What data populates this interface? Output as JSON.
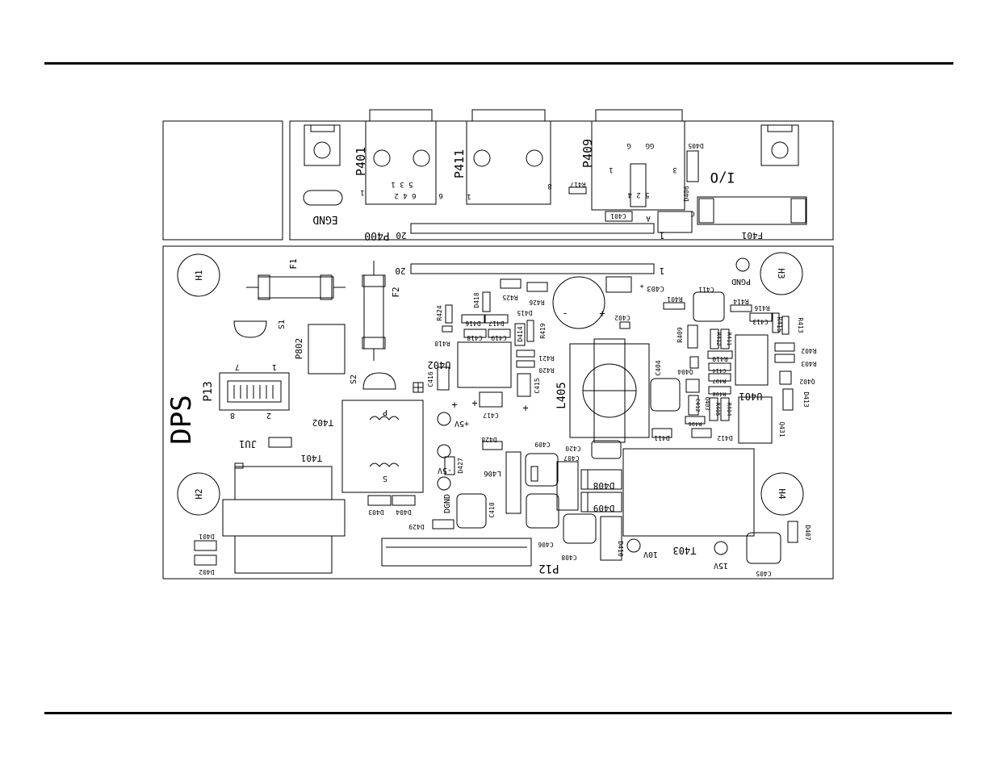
{
  "colors": {
    "ink": "#000000",
    "paper": "#ffffff"
  },
  "io_board": {
    "title": "I/O",
    "egnd": "EGND",
    "connector": "P400",
    "connector_pin_20": "20",
    "connector_pin_1": "1",
    "p401": {
      "ref": "P401",
      "pins_a": "5 3 1",
      "pins_b": "6 4 2",
      "pin_1": "1",
      "pin_6": "6"
    },
    "p411": {
      "ref": "P411",
      "pin_1": "1",
      "pin_8": "8"
    },
    "p409": {
      "ref": "P409",
      "g": "G",
      "gg": "GG",
      "pin_1": "1",
      "pin_3": "3",
      "pins": "5 2 4"
    },
    "r417": "R417",
    "c401": "C401",
    "d405": "D405",
    "d406": "D406",
    "f401": "F401",
    "a_mark": "A",
    "c_mark": "C"
  },
  "dps_board": {
    "title": "DPS",
    "holes": [
      "H1",
      "H2",
      "H3",
      "H4"
    ],
    "fuses": [
      "F1",
      "F2"
    ],
    "switches": [
      "S1",
      "S2"
    ],
    "connectors": {
      "p802": "P802",
      "p13": "P13",
      "p13_pins": [
        "7",
        "1",
        "8",
        "2"
      ],
      "p12": "P12",
      "bus_20": "20",
      "bus_1": "1"
    },
    "jumper": "JU1",
    "transformers": {
      "t401": "T401",
      "t402": "T402",
      "t402_p": "P",
      "t402_s": "S",
      "t403": "T403"
    },
    "inductors": [
      "L405",
      "L406"
    ],
    "ics": [
      "U402",
      "U401"
    ],
    "test_points": [
      "+5V",
      "-5V",
      "DGND",
      "10V",
      "15V",
      "PGND"
    ],
    "transistors": [
      "Q402",
      "Q403",
      "Q404",
      "Q431"
    ],
    "resistors": [
      "R401",
      "R402",
      "R403",
      "R404",
      "R405",
      "R406",
      "R407",
      "R408",
      "R409",
      "R410",
      "R411",
      "R412",
      "R413",
      "R414",
      "R415",
      "R416",
      "R418",
      "R419",
      "R420",
      "R421",
      "R424",
      "R425",
      "R426"
    ],
    "capacitors": [
      "C402",
      "C403",
      "C404",
      "C405",
      "C406",
      "C407",
      "C408",
      "C409",
      "C410",
      "C411",
      "C412",
      "C413",
      "C414",
      "C415",
      "C416",
      "C417",
      "C418",
      "C419",
      "C420"
    ],
    "diodes": [
      "D401",
      "D402",
      "D403",
      "D404",
      "D407",
      "D408",
      "D409",
      "D410",
      "D411",
      "D412",
      "D413",
      "D414",
      "D415",
      "D416",
      "D417",
      "D418",
      "D427",
      "D428",
      "D429"
    ],
    "polarity_plus": "+",
    "polarity_minus": "-"
  }
}
